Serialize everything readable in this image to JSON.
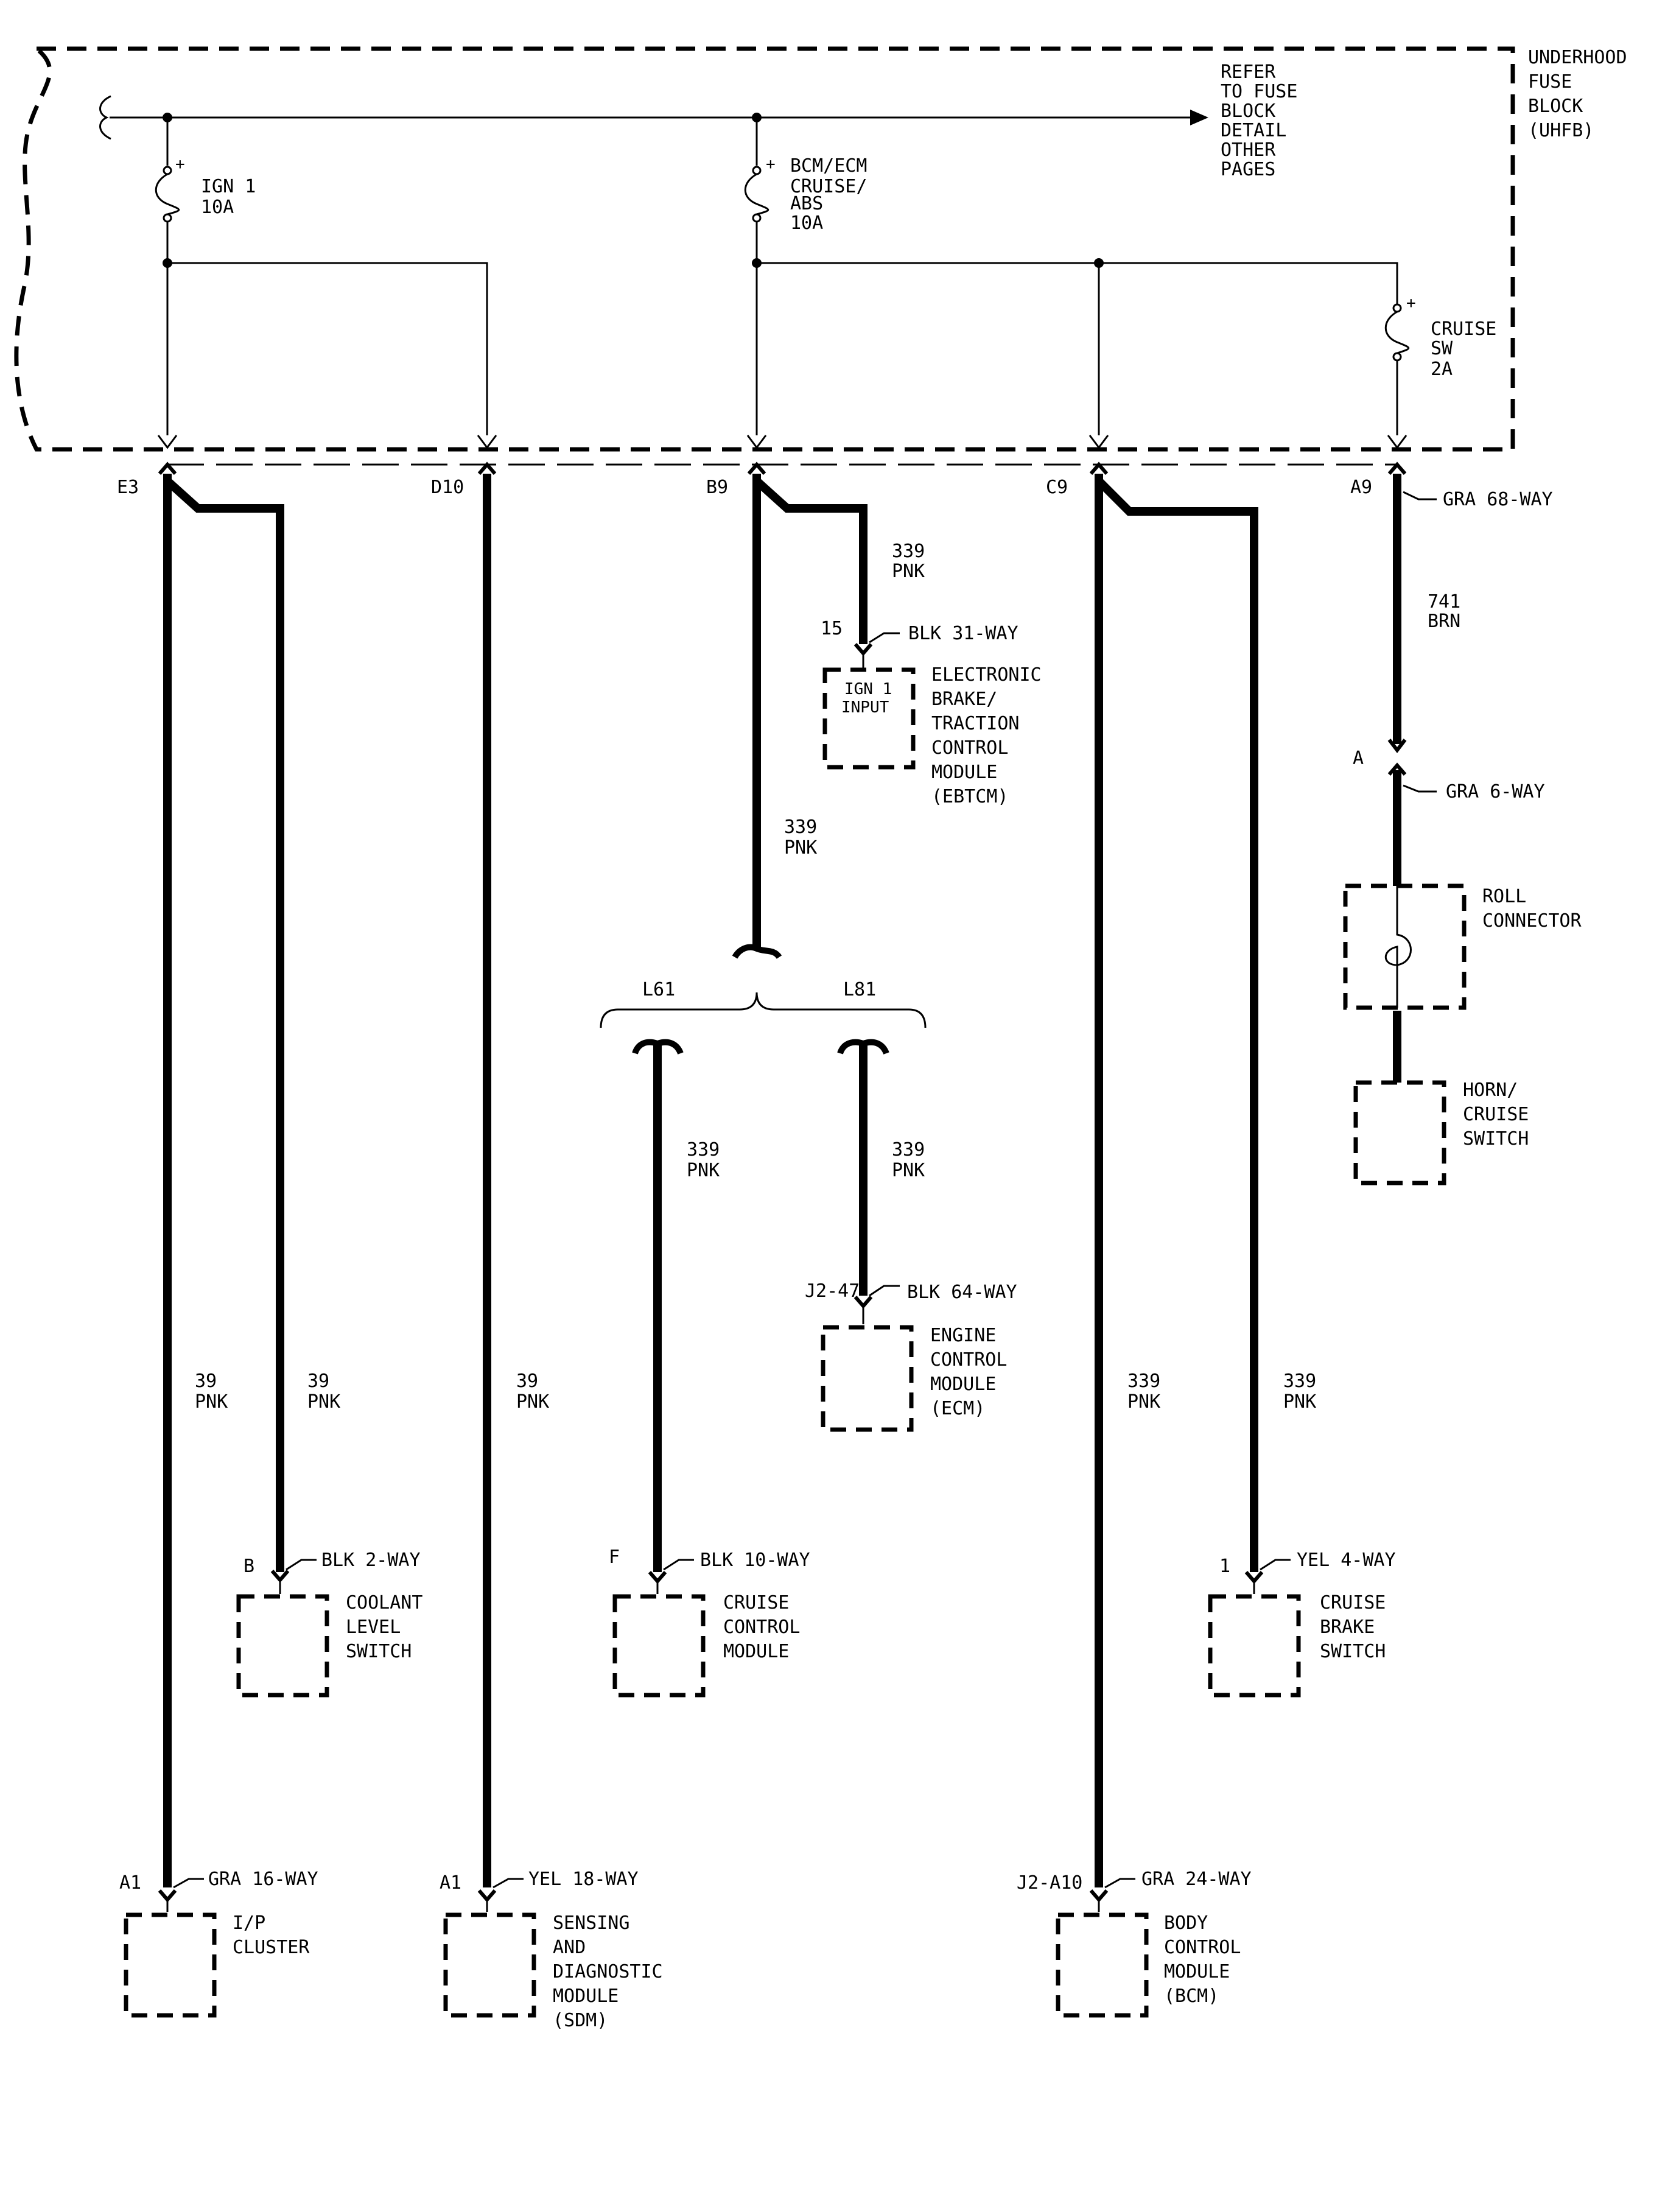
{
  "fuse_block": {
    "title": [
      "UNDERHOOD",
      "FUSE",
      "BLOCK",
      "(UHFB)"
    ],
    "refer_note": [
      "REFER",
      "TO FUSE",
      "BLOCK",
      "DETAIL",
      "OTHER",
      "PAGES"
    ],
    "fuses": [
      {
        "lines": [
          "IGN 1",
          "10A"
        ],
        "polarity": "+"
      },
      {
        "lines": [
          "BCM/ECM",
          "CRUISE/",
          "ABS",
          "10A"
        ],
        "polarity": "+"
      },
      {
        "lines": [
          "CRUISE",
          "SW",
          "2A"
        ],
        "polarity": "+"
      }
    ]
  },
  "terminals": [
    "E3",
    "D10",
    "B9",
    "C9",
    "A9"
  ],
  "uhfb_connector": "GRA 68-WAY",
  "wire_labels": {
    "b9_branch": [
      "339",
      "PNK"
    ],
    "b9_main": [
      "339",
      "PNK"
    ],
    "a9": [
      "741",
      "BRN"
    ],
    "l61": [
      "339",
      "PNK"
    ],
    "l81": [
      "339",
      "PNK"
    ],
    "e3_main": [
      "39",
      "PNK"
    ],
    "e3_branch": [
      "39",
      "PNK"
    ],
    "d10": [
      "39",
      "PNK"
    ],
    "c9_main": [
      "339",
      "PNK"
    ],
    "c9_branch": [
      "339",
      "PNK"
    ]
  },
  "options": {
    "left": "L61",
    "right": "L81"
  },
  "roll_connector": {
    "pin": "A",
    "connector": "GRA 6-WAY",
    "label": [
      "ROLL",
      "CONNECTOR"
    ]
  },
  "components": {
    "ebtcm": {
      "pin": "15",
      "connector": "BLK 31-WAY",
      "inner": [
        "IGN 1",
        "INPUT"
      ],
      "label": [
        "ELECTRONIC",
        "BRAKE/",
        "TRACTION",
        "CONTROL",
        "MODULE",
        "(EBTCM)"
      ]
    },
    "horn_cruise_switch": {
      "label": [
        "HORN/",
        "CRUISE",
        "SWITCH"
      ]
    },
    "ecm": {
      "pin": "J2-47",
      "connector": "BLK 64-WAY",
      "label": [
        "ENGINE",
        "CONTROL",
        "MODULE",
        "(ECM)"
      ]
    },
    "coolant_level_switch": {
      "pin": "B",
      "connector": "BLK 2-WAY",
      "label": [
        "COOLANT",
        "LEVEL",
        "SWITCH"
      ]
    },
    "cruise_control_module": {
      "pin": "F",
      "connector": "BLK 10-WAY",
      "label": [
        "CRUISE",
        "CONTROL",
        "MODULE"
      ]
    },
    "cruise_brake_switch": {
      "pin": "1",
      "connector": "YEL 4-WAY",
      "label": [
        "CRUISE",
        "BRAKE",
        "SWITCH"
      ]
    },
    "ip_cluster": {
      "pin": "A1",
      "connector": "GRA 16-WAY",
      "label": [
        "I/P",
        "CLUSTER"
      ]
    },
    "sdm": {
      "pin": "A1",
      "connector": "YEL 18-WAY",
      "label": [
        "SENSING",
        "AND",
        "DIAGNOSTIC",
        "MODULE",
        "(SDM)"
      ]
    },
    "bcm": {
      "pin": "J2-A10",
      "connector": "GRA 24-WAY",
      "label": [
        "BODY",
        "CONTROL",
        "MODULE",
        "(BCM)"
      ]
    }
  }
}
